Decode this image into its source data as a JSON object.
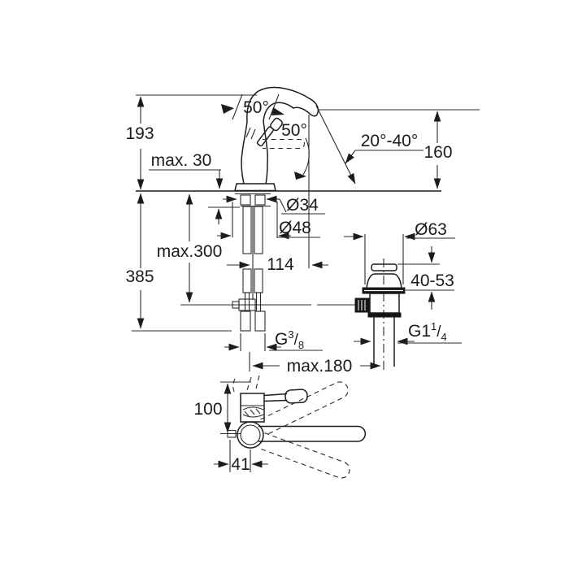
{
  "page": {
    "background": "#ffffff",
    "ink": "#1c1c1c"
  },
  "drawing": {
    "side_view": {
      "total_height": "193",
      "max_deck_thickness": "max. 30",
      "spout_swivel_angle": "50°",
      "lever_open_angle": "50°",
      "stream_angle_range": "20°-40°",
      "spout_outlet_height": "160",
      "shank_diameter": "Ø34",
      "base_diameter": "Ø48",
      "max_mounting_depth": "max.300",
      "spout_reach": "114",
      "supply_hose_length": "385"
    },
    "waste_view": {
      "flange_diameter": "Ø63",
      "plug_height_range": "40-53",
      "waste_thread": {
        "base": "G1",
        "sup": "1",
        "slash": "/",
        "sub": "4"
      },
      "supply_thread": {
        "base": "G",
        "sup": "3",
        "slash": "/",
        "sub": "8"
      },
      "max_rod_reach": "max.180"
    },
    "top_view": {
      "head_depth": "100",
      "lever_offset": "41"
    }
  }
}
